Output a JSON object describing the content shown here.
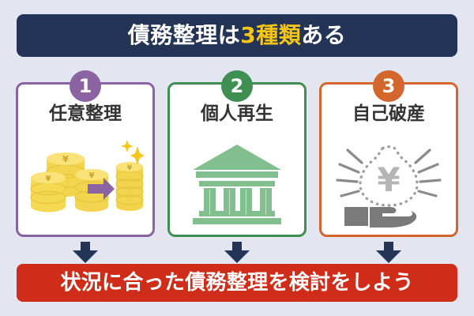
{
  "page": {
    "background_color": "#e3e6f0"
  },
  "header": {
    "name": "title-banner",
    "background_color": "#243456",
    "text_color": "#ffffff",
    "accent_color": "#f5c518",
    "text_before": "債務整理は",
    "text_accent": "3種類",
    "text_after": "ある",
    "full_text": "債務整理は3種類ある"
  },
  "cards": [
    {
      "number": "1",
      "title": "任意整理",
      "border_color": "#8b63a3",
      "badge_color": "#8b63a3",
      "icon": "coin-stacks-arrow-icon",
      "icon_description": "coin stacks reduced to one stack with purple arrow and sparkles"
    },
    {
      "number": "2",
      "title": "個人再生",
      "border_color": "#3f8f53",
      "badge_color": "#3f8f53",
      "icon": "courthouse-icon",
      "icon_description": "green classical courthouse building with columns"
    },
    {
      "number": "3",
      "title": "自己破産",
      "border_color": "#d2662c",
      "badge_color": "#d2662c",
      "icon": "hand-money-bag-icon",
      "icon_description": "gray hand holding a dotted outline yen money bag with radiating lines"
    }
  ],
  "arrows": {
    "color": "#243456",
    "count": 3,
    "direction": "down"
  },
  "footer": {
    "name": "conclusion-banner",
    "background_color": "#d02c1a",
    "text_color": "#ffffff",
    "text": "状況に合った債務整理を検討をしよう"
  }
}
